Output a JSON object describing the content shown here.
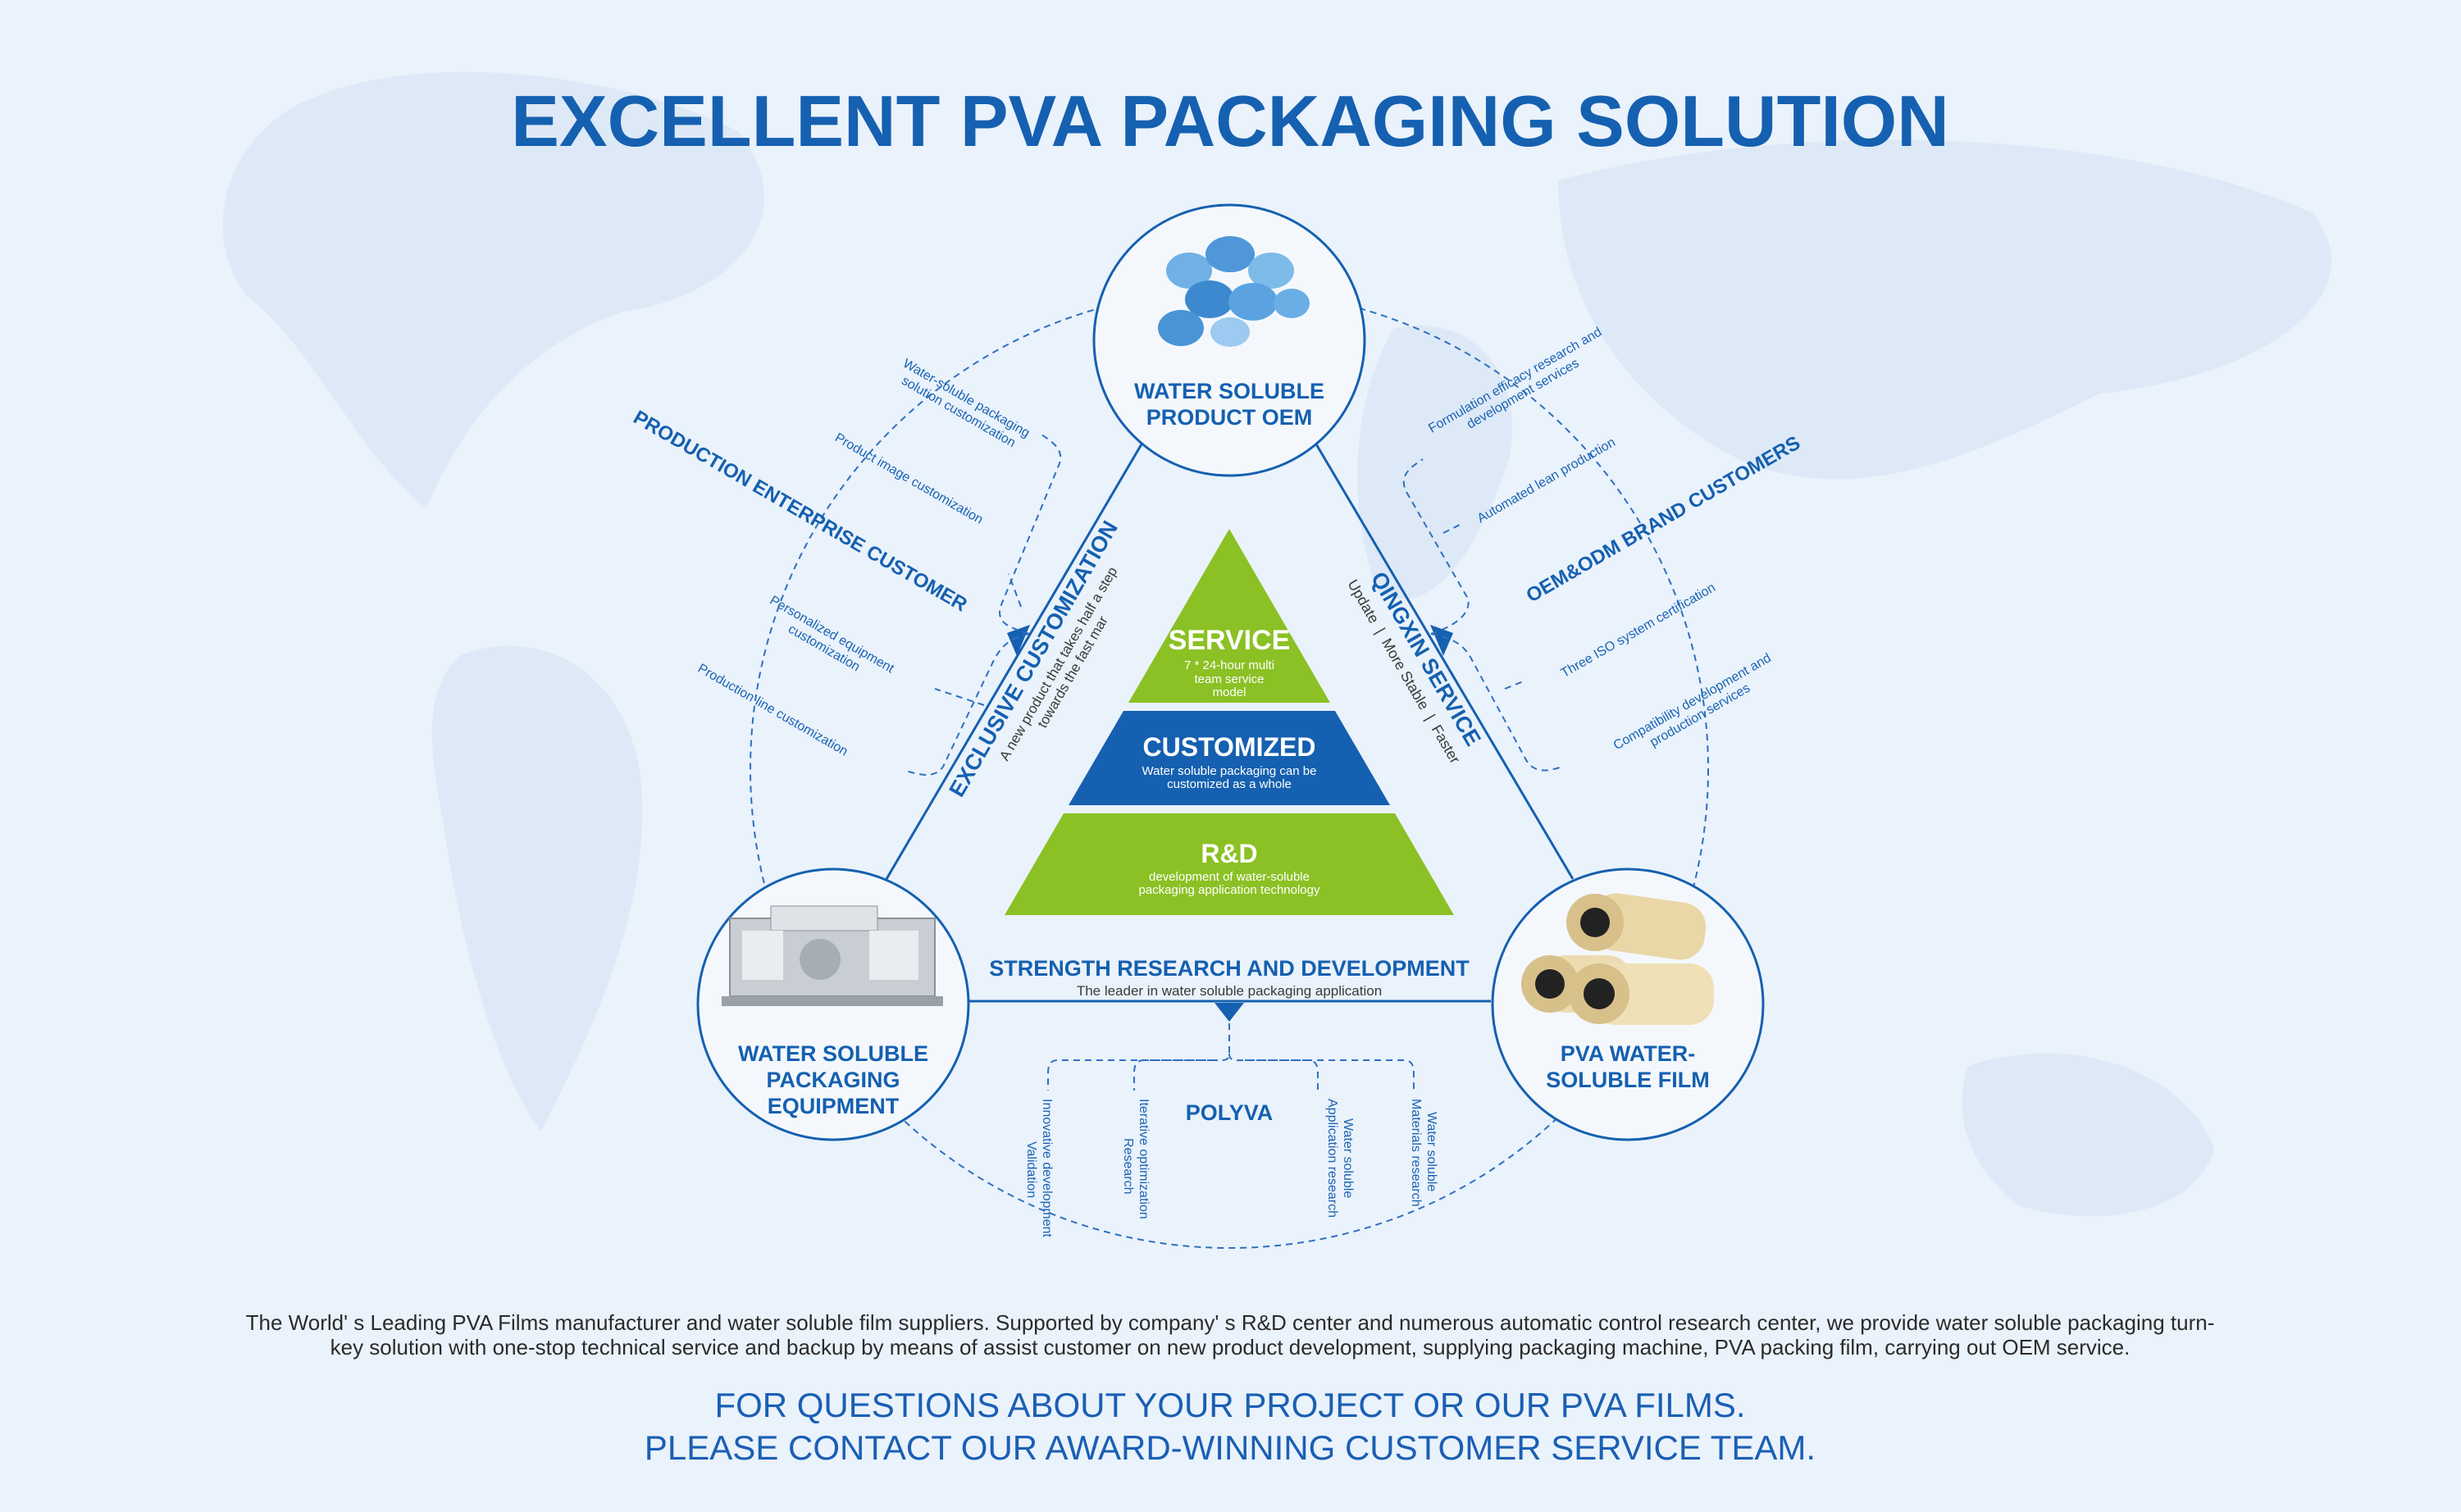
{
  "title": "EXCELLENT PVA PACKAGING SOLUTION",
  "colors": {
    "primary": "#1560b0",
    "green": "#8bc124",
    "background": "#eaf2fb"
  },
  "nodes": {
    "top": {
      "lines": [
        "WATER SOLUBLE",
        "PRODUCT OEM"
      ],
      "icon": "detergent-pods-image"
    },
    "left": {
      "lines": [
        "WATER SOLUBLE",
        "PACKAGING",
        "EQUIPMENT"
      ],
      "icon": "packaging-machine-image"
    },
    "right": {
      "lines": [
        "PVA WATER-",
        "SOLUBLE FILM"
      ],
      "icon": "film-rolls-image"
    }
  },
  "pyramid": {
    "service": {
      "title": "SERVICE",
      "lines": [
        "7 * 24-hour multi",
        "team service",
        "model"
      ]
    },
    "customized": {
      "title": "CUSTOMIZED",
      "lines": [
        "Water soluble packaging can be",
        "customized as a whole"
      ]
    },
    "rnd": {
      "title": "R&D",
      "lines": [
        "development of water-soluble",
        "packaging application technology"
      ]
    }
  },
  "edges": {
    "left": {
      "title": "EXCLUSIVE CUSTOMIZATION",
      "subtitle_lines": [
        "A new product that takes half a step",
        "towards the fast mar"
      ]
    },
    "right": {
      "title": "QINGXIN SERVICE",
      "subtitle": "Update  |  More Stable  |  Faster"
    },
    "bottom": {
      "title": "STRENGTH RESEARCH AND DEVELOPMENT",
      "subtitle": "The leader in water soluble packaging application"
    }
  },
  "left_group": {
    "title": "PRODUCTION ENTERPRISE CUSTOMER",
    "items": [
      [
        "Water-soluble packaging",
        "solution customization"
      ],
      [
        "Product image customization"
      ],
      [
        "Personalized equipment",
        "customization"
      ],
      [
        "Production line customization"
      ]
    ]
  },
  "right_group": {
    "title": "OEM&ODM BRAND CUSTOMERS",
    "items": [
      [
        "Formulation efficacy research and",
        "development services"
      ],
      [
        "Automated lean production"
      ],
      [
        "Three ISO system certification"
      ],
      [
        "Compatibility development and",
        "production services"
      ]
    ]
  },
  "bottom_group": {
    "title": "POLYVA",
    "items": [
      [
        "Innovative development",
        "Validation"
      ],
      [
        "Iterative optimization",
        "Research"
      ],
      [
        "Water soluble",
        "Application research"
      ],
      [
        "Water soluble",
        "Materials research"
      ]
    ]
  },
  "description": [
    "The World' s Leading PVA Films manufacturer and water soluble film suppliers. Supported by company' s R&D center and numerous automatic control research center, we provide water soluble packaging turn-",
    "key solution with one-stop technical service and backup by means of assist customer on new product development, supplying packaging machine, PVA packing film, carrying out OEM service."
  ],
  "cta": [
    "FOR QUESTIONS ABOUT YOUR PROJECT OR OUR PVA FILMS.",
    "PLEASE CONTACT OUR AWARD-WINNING CUSTOMER SERVICE TEAM."
  ]
}
